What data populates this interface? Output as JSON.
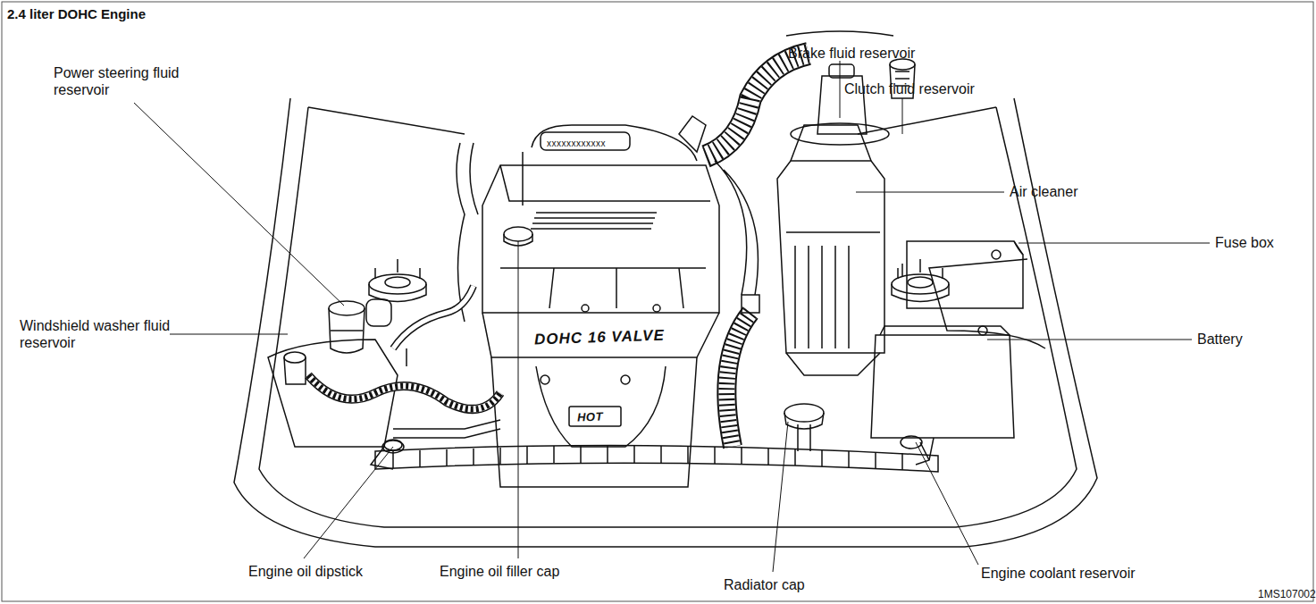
{
  "diagram": {
    "title": "2.4 liter DOHC Engine",
    "labels": [
      "Brake fluid reservoir",
      "Clutch fluid reservoir",
      "Power steering fluid reservoir",
      "Air cleaner",
      "Fuse box",
      "Windshield washer fluid reservoir",
      "Battery",
      "Engine oil dipstick",
      "Engine oil filler cap",
      "Radiator cap",
      "Engine coolant reservoir",
      "1MS107002",
      "DOHC 16 VALVE",
      "HOT",
      "xxxxxxxxxxxx"
    ]
  }
}
